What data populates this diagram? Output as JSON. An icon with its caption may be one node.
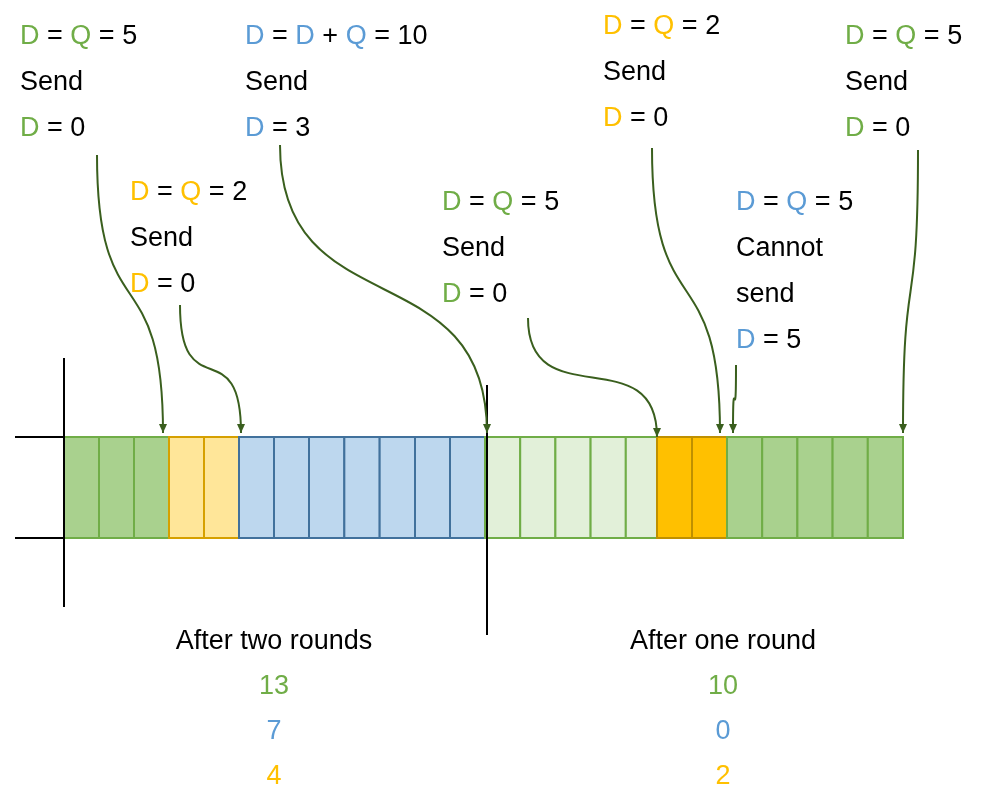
{
  "diagram": {
    "nodes": [
      {
        "text": [
          "D = Q = 5",
          "Send",
          "D = 0"
        ]
      },
      {
        "text": [
          "D = D + Q = 10",
          "Send",
          "D = 3"
        ]
      },
      {
        "text": [
          "D = Q = 2",
          "Send",
          "D = 0"
        ]
      },
      {
        "text": [
          "D = Q = 5",
          "Send",
          "D = 0"
        ]
      },
      {
        "text": [
          "D = Q = 2",
          "Send",
          "D = 0"
        ]
      },
      {
        "text": [
          "D = Q = 5",
          "Send",
          "D = 0"
        ]
      },
      {
        "text": [
          "D = Q = 5",
          "Cannot send",
          "D = 5"
        ]
      }
    ],
    "edges": [
      {
        "from": 0,
        "to": null,
        "arrow": "to"
      },
      {
        "from": 4,
        "to": null,
        "arrow": "to"
      },
      {
        "from": 1,
        "to": null,
        "arrow": "to"
      },
      {
        "from": 5,
        "to": null,
        "arrow": "to"
      },
      {
        "from": 2,
        "to": null,
        "arrow": "to"
      },
      {
        "from": 6,
        "to": null,
        "arrow": "to"
      },
      {
        "from": 3,
        "to": null,
        "arrow": "to"
      }
    ],
    "labels": [
      "After two rounds",
      "After one round",
      "13",
      "10",
      "7",
      "0",
      "4",
      "2"
    ]
  }
}
